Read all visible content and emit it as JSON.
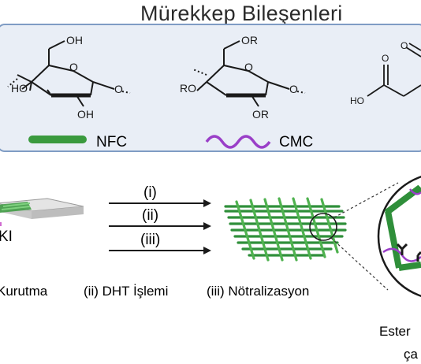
{
  "title": "Mürekkep Bileşenleri",
  "molecules": {
    "nfc": {
      "top": "OH",
      "left": "HO",
      "ring_o": "O",
      "bottom": "OH",
      "right_o": "O"
    },
    "cmc": {
      "top": "OR",
      "left": "RO",
      "ring_o": "O",
      "bottom": "OR",
      "right_o": "O"
    },
    "citric": {
      "left": "HO",
      "top_o": "O",
      "right_o": "O"
    }
  },
  "legend": {
    "nfc": "NFC",
    "cmc": "CMC"
  },
  "colors": {
    "nfc": "#3a9a3e",
    "cmc": "#9a3fc8",
    "box_border": "#7f9cc4",
    "box_fill": "#e9eef6"
  },
  "steps": {
    "i": "(i)",
    "ii": "(ii)",
    "iii": "(iii)"
  },
  "substrate_label": "KI",
  "bottom": {
    "drying": "Kurutma",
    "dht": "(ii) DHT İşlemi",
    "neutralization": "(iii) Nötralizasyon",
    "ester": "Ester",
    "ca": "ça"
  }
}
